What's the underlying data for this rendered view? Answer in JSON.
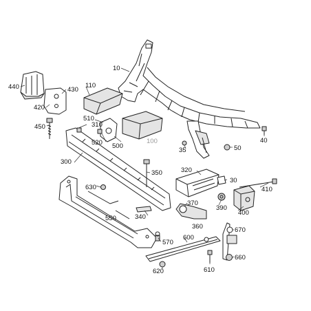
{
  "diagram": {
    "callouts": {
      "c10": "10",
      "c30": "30",
      "c35": "35",
      "c40": "40",
      "c50": "50",
      "c100": "100",
      "c110": "110",
      "c300": "300",
      "c310": "310",
      "c320": "320",
      "c340": "340",
      "c350": "350",
      "c360": "360",
      "c370": "370",
      "c390": "390",
      "c400": "400",
      "c410": "410",
      "c420": "420",
      "c430": "430",
      "c440": "440",
      "c450": "450",
      "c500": "500",
      "c510": "510",
      "c520": "520",
      "c550": "550",
      "c570": "570",
      "c600": "600",
      "c610": "610",
      "c620": "620",
      "c630": "630",
      "c660": "660",
      "c670": "670"
    },
    "colors": {
      "line": "#222222",
      "part_fill": "#ffffff",
      "shade": "#e4e4e4",
      "dim_callout": "#9a9a9a"
    }
  }
}
